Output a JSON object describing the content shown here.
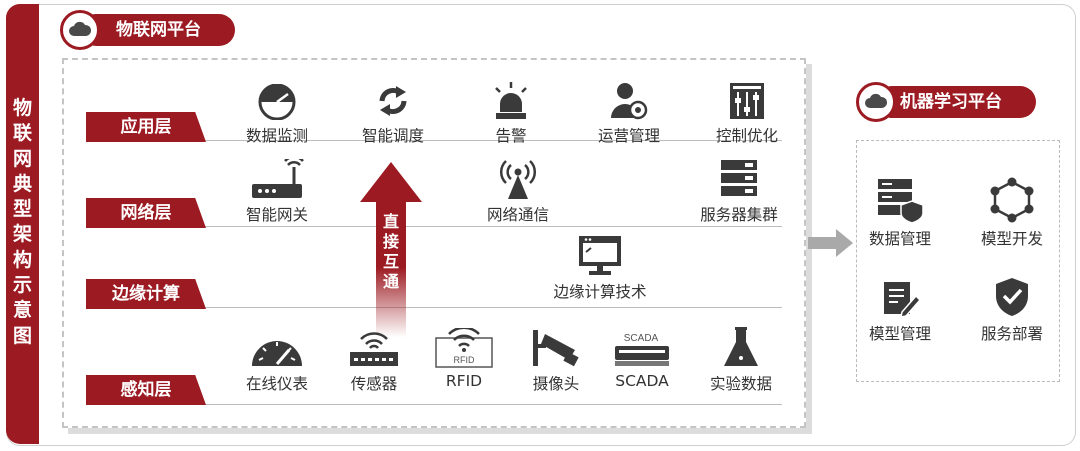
{
  "side_title": "物联网典型架构示意图",
  "iot_platform": {
    "title": "物联网平台"
  },
  "ml_platform": {
    "title": "机器学习平台"
  },
  "layers": {
    "application": {
      "label": "应用层"
    },
    "network": {
      "label": "网络层"
    },
    "edge": {
      "label": "边缘计算"
    },
    "perception": {
      "label": "感知层"
    }
  },
  "application_items": [
    {
      "label": "数据监测",
      "icon": "gauge-icon"
    },
    {
      "label": "智能调度",
      "icon": "refresh-icon"
    },
    {
      "label": "告警",
      "icon": "alarm-siren-icon"
    },
    {
      "label": "运营管理",
      "icon": "user-settings-icon"
    },
    {
      "label": "控制优化",
      "icon": "sliders-icon"
    }
  ],
  "network_items": [
    {
      "label": "智能网关",
      "icon": "router-icon"
    },
    {
      "label": "网络通信",
      "icon": "antenna-icon"
    },
    {
      "label": "服务器集群",
      "icon": "server-stack-icon"
    }
  ],
  "edge_items": [
    {
      "label": "边缘计算技术",
      "icon": "monitor-icon"
    }
  ],
  "perception_items": [
    {
      "label": "在线仪表",
      "icon": "meter-icon"
    },
    {
      "label": "传感器",
      "icon": "sensor-icon"
    },
    {
      "label": "RFID",
      "icon": "rfid-icon",
      "icon_text": "RFID"
    },
    {
      "label": "摄像头",
      "icon": "camera-icon"
    },
    {
      "label": "SCADA",
      "icon": "scada-icon",
      "icon_text": "SCADA"
    },
    {
      "label": "实验数据",
      "icon": "flask-icon"
    }
  ],
  "direct_link": {
    "text": "直接互通"
  },
  "ml_items": [
    {
      "label": "数据管理",
      "icon": "database-shield-icon"
    },
    {
      "label": "模型开发",
      "icon": "network-hex-icon"
    },
    {
      "label": "模型管理",
      "icon": "document-edit-icon"
    },
    {
      "label": "服务部署",
      "icon": "shield-check-icon"
    }
  ],
  "colors": {
    "brand_red": "#9c1a21",
    "icon_dark": "#3a3a3a",
    "arrow_gray": "#a9a9a9"
  }
}
